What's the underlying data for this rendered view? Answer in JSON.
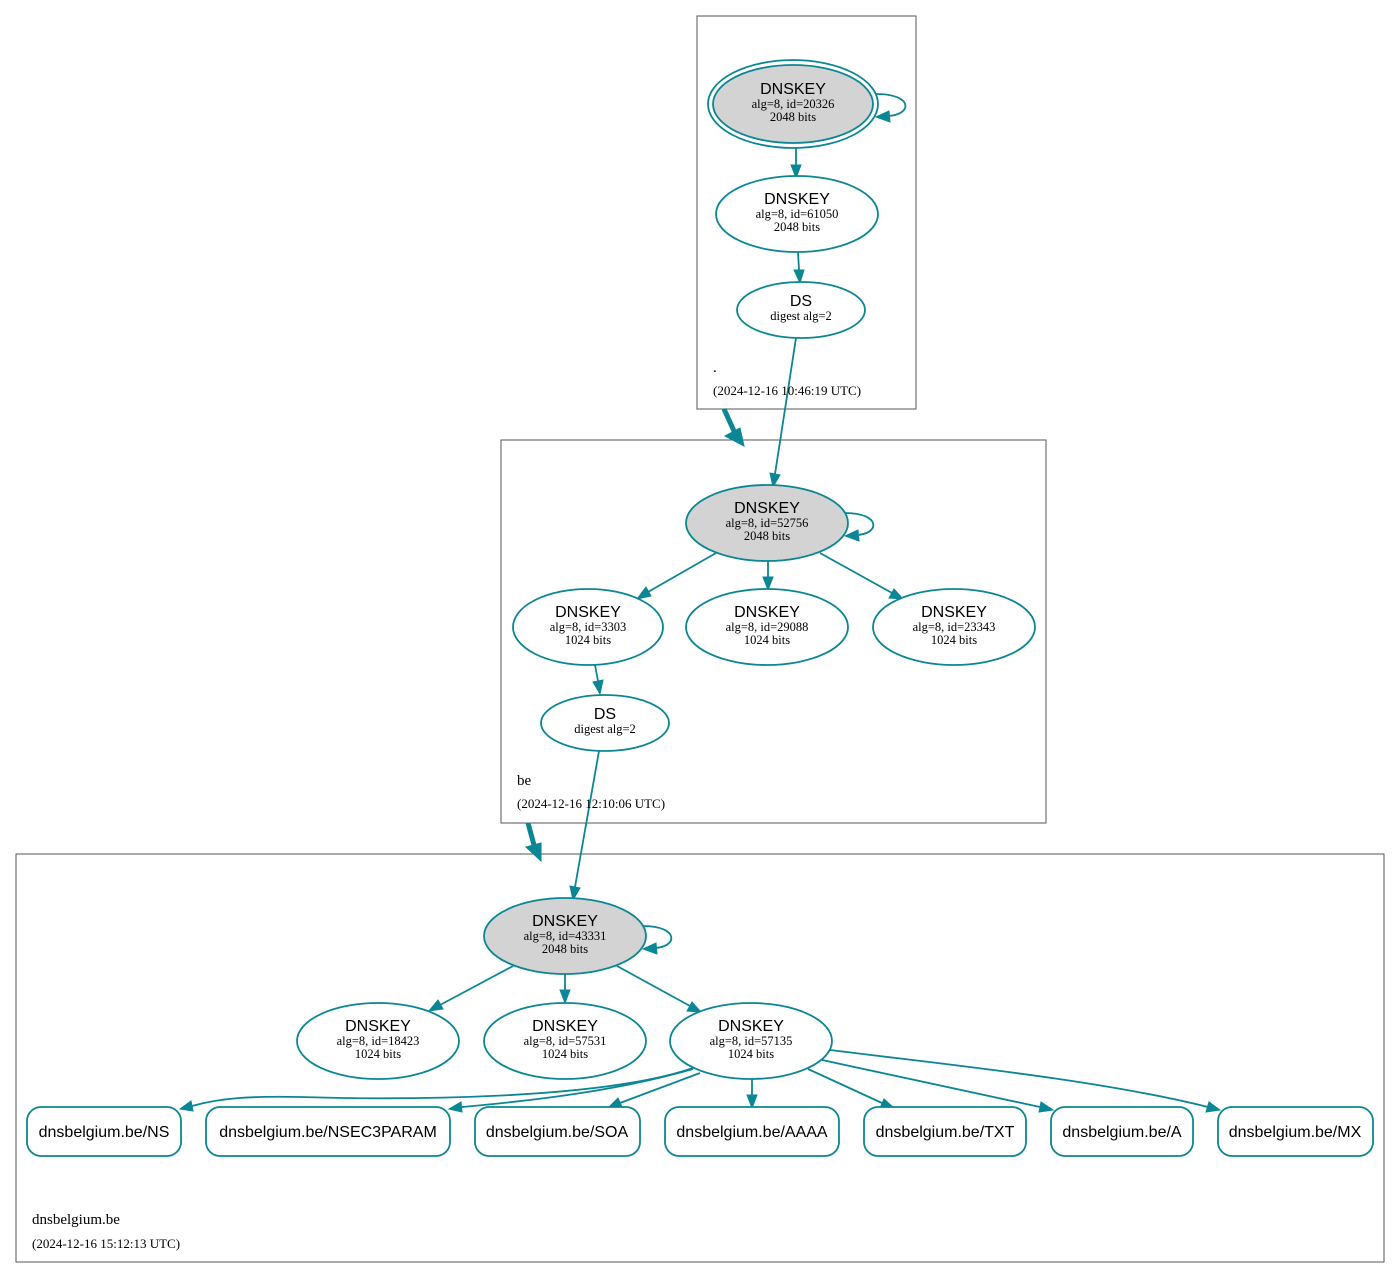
{
  "zones": {
    "root": {
      "name": ".",
      "timestamp": "(2024-12-16 10:46:19 UTC)",
      "nodes": {
        "ksk": {
          "type": "DNSKEY",
          "info": "alg=8, id=20326",
          "size": "2048 bits"
        },
        "zsk": {
          "type": "DNSKEY",
          "info": "alg=8, id=61050",
          "size": "2048 bits"
        },
        "ds": {
          "type": "DS",
          "info": "digest alg=2"
        }
      }
    },
    "be": {
      "name": "be",
      "timestamp": "(2024-12-16 12:10:06 UTC)",
      "nodes": {
        "ksk": {
          "type": "DNSKEY",
          "info": "alg=8, id=52756",
          "size": "2048 bits"
        },
        "zsk1": {
          "type": "DNSKEY",
          "info": "alg=8, id=3303",
          "size": "1024 bits"
        },
        "zsk2": {
          "type": "DNSKEY",
          "info": "alg=8, id=29088",
          "size": "1024 bits"
        },
        "zsk3": {
          "type": "DNSKEY",
          "info": "alg=8, id=23343",
          "size": "1024 bits"
        },
        "ds": {
          "type": "DS",
          "info": "digest alg=2"
        }
      }
    },
    "dnsbelgium": {
      "name": "dnsbelgium.be",
      "timestamp": "(2024-12-16 15:12:13 UTC)",
      "nodes": {
        "ksk": {
          "type": "DNSKEY",
          "info": "alg=8, id=43331",
          "size": "2048 bits"
        },
        "zsk1": {
          "type": "DNSKEY",
          "info": "alg=8, id=18423",
          "size": "1024 bits"
        },
        "zsk2": {
          "type": "DNSKEY",
          "info": "alg=8, id=57531",
          "size": "1024 bits"
        },
        "zsk3": {
          "type": "DNSKEY",
          "info": "alg=8, id=57135",
          "size": "1024 bits"
        }
      },
      "rrsets": [
        "dnsbelgium.be/NS",
        "dnsbelgium.be/NSEC3PARAM",
        "dnsbelgium.be/SOA",
        "dnsbelgium.be/AAAA",
        "dnsbelgium.be/TXT",
        "dnsbelgium.be/A",
        "dnsbelgium.be/MX"
      ]
    }
  },
  "colors": {
    "edge": "#0a8694",
    "secure_entry_point_fill": "#d3d3d3",
    "zone_border": "#555555"
  }
}
